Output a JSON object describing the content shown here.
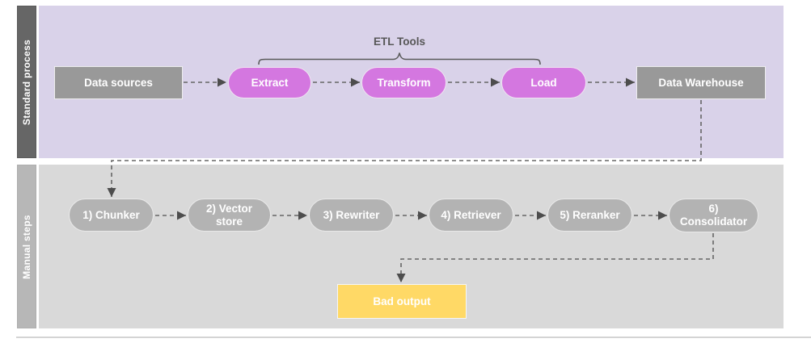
{
  "swimlanes": {
    "standard": {
      "label": "Standard process"
    },
    "manual": {
      "label": "Manual steps"
    }
  },
  "standard_process": {
    "group_label": "ETL Tools",
    "data_sources": "Data sources",
    "extract": "Extract",
    "transform": "Transform",
    "load": "Load",
    "data_warehouse": "Data Warehouse"
  },
  "manual_steps": {
    "chunker": "1) Chunker",
    "vector_store": "2) Vector\nstore",
    "rewriter": "3) Rewriter",
    "retriever": "4) Retriever",
    "reranker": "5) Reranker",
    "consolidator": "6)\nConsolidator",
    "bad_output": "Bad output"
  },
  "colors": {
    "standard_lane_bg": "#d9d2e9",
    "standard_lane_label_bg": "#666666",
    "manual_lane_bg": "#d9d9d9",
    "manual_lane_label_bg": "#b7b7b7",
    "etl_pill": "#d477e0",
    "gray_box": "#999999",
    "gray_pill": "#b3b3b3",
    "bad_output": "#ffd966",
    "connector": "#666666"
  }
}
